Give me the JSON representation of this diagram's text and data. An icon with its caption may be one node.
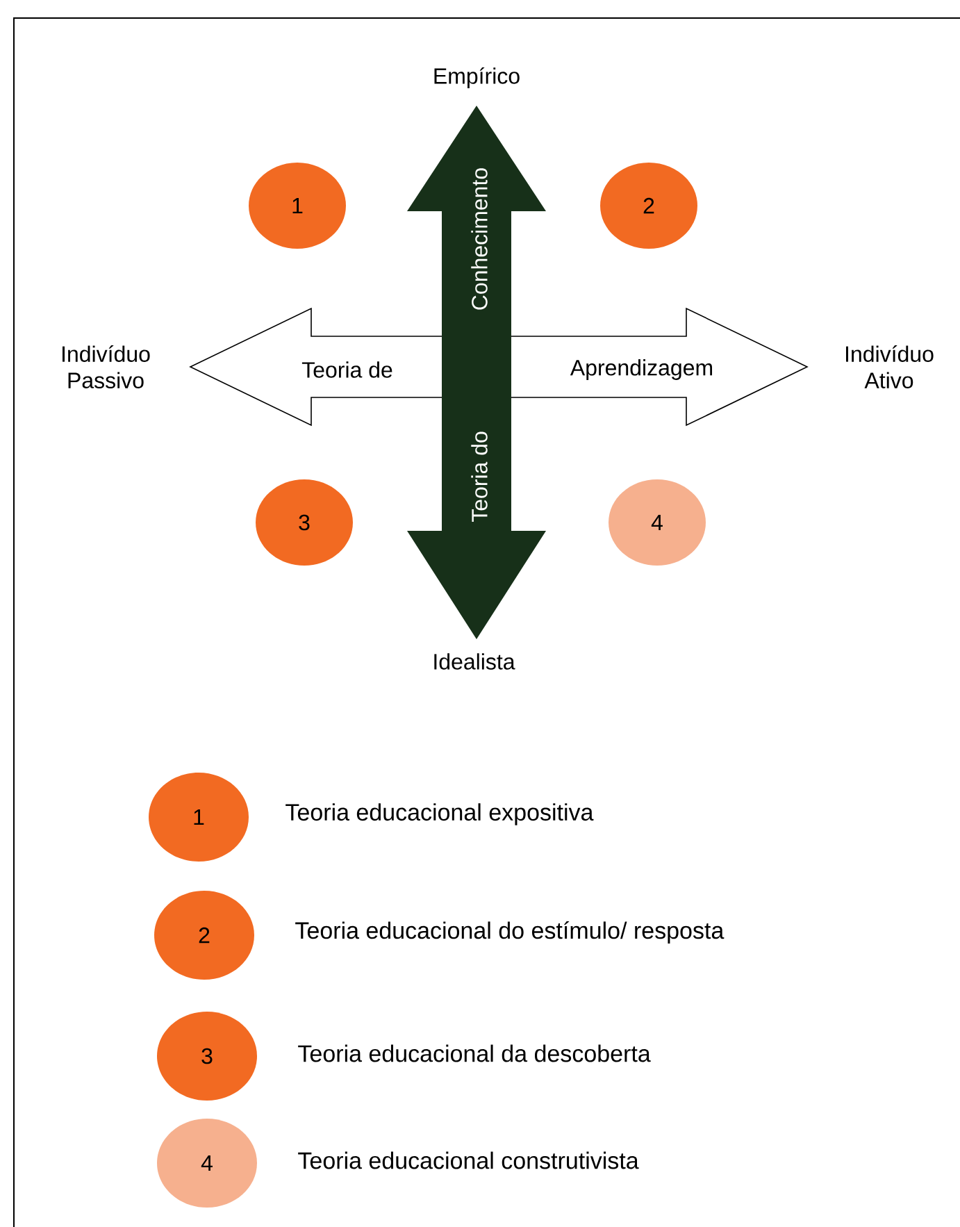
{
  "diagram": {
    "nodes": [
      {
        "text": [
          "Teoria do",
          "Conhecimento"
        ]
      },
      {
        "text": [
          "Teoria de",
          "Aprendizagem"
        ]
      },
      {
        "text": [
          "1"
        ]
      },
      {
        "text": [
          "2"
        ]
      },
      {
        "text": [
          "3"
        ]
      },
      {
        "text": [
          "4"
        ]
      },
      {
        "text": [
          "1"
        ],
        "beside": [
          "Teoria educacional expositiva"
        ]
      },
      {
        "text": [
          "2"
        ],
        "beside": [
          "Teoria educacional do estímulo/ resposta"
        ]
      },
      {
        "text": [
          "3"
        ],
        "beside": [
          "Teoria educacional da descoberta"
        ]
      },
      {
        "text": [
          "4"
        ],
        "beside": [
          "Teoria educacional construtivista"
        ]
      }
    ],
    "labels": [
      "Empírico",
      "Indivíduo Passivo",
      "Indivíduo Ativo",
      "Idealista"
    ]
  }
}
